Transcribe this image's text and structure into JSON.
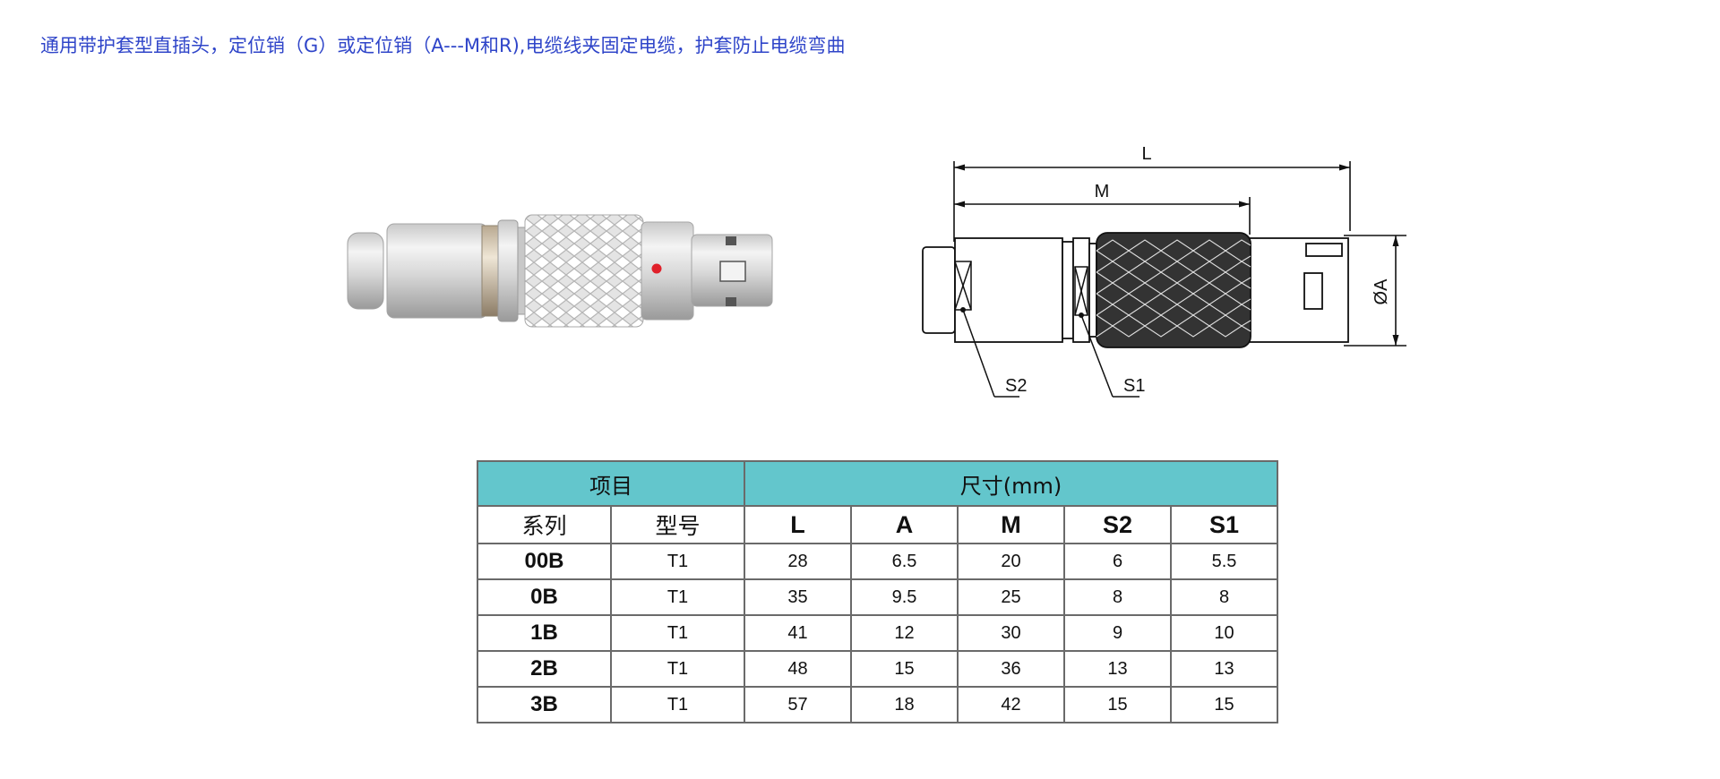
{
  "header": {
    "title": "通用带护套型直插头，定位销（G）或定位销（A---M和R),电缆线夹固定电缆，护套防止电缆弯曲"
  },
  "drawing": {
    "label_L": "L",
    "label_M": "M",
    "label_A": "ØA",
    "label_S2": "S2",
    "label_S1": "S1"
  },
  "table": {
    "group_item": "项目",
    "group_dims": "尺寸(mm)",
    "col_series": "系列",
    "col_model": "型号",
    "col_L": "L",
    "col_A": "A",
    "col_M": "M",
    "col_S2": "S2",
    "col_S1": "S1",
    "rows": [
      {
        "series": "00B",
        "model": "T1",
        "L": "28",
        "A": "6.5",
        "M": "20",
        "S2": "6",
        "S1": "5.5"
      },
      {
        "series": "0B",
        "model": "T1",
        "L": "35",
        "A": "9.5",
        "M": "25",
        "S2": "8",
        "S1": "8"
      },
      {
        "series": "1B",
        "model": "T1",
        "L": "41",
        "A": "12",
        "M": "30",
        "S2": "9",
        "S1": "10"
      },
      {
        "series": "2B",
        "model": "T1",
        "L": "48",
        "A": "15",
        "M": "36",
        "S2": "13",
        "S1": "13"
      },
      {
        "series": "3B",
        "model": "T1",
        "L": "57",
        "A": "18",
        "M": "42",
        "S2": "15",
        "S1": "15"
      }
    ]
  },
  "colors": {
    "title": "#2f45c9",
    "header_fill": "#63c6cc",
    "grid": "#6a6a6a"
  }
}
